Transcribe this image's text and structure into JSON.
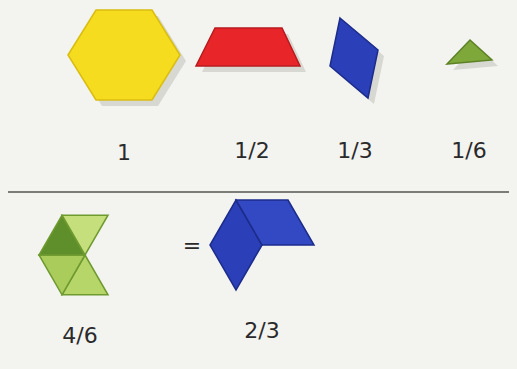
{
  "diagram": {
    "labels": [
      "1",
      "1/2",
      "1/3",
      "1/6",
      "4/6",
      "=",
      "2/3"
    ]
  }
}
